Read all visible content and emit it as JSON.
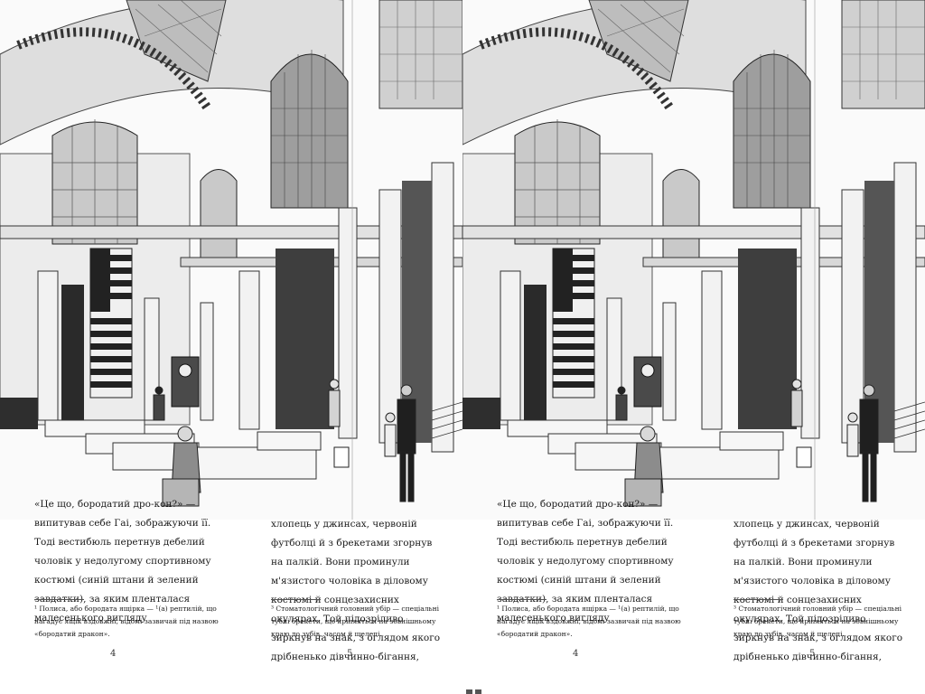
{
  "spreads": [
    {
      "left_page": {
        "paragraph": "«Це що, бородатий дро-кон?» — випитував себе Гаі, зображуючи її. Тоді вестибюль перетнув дебелий чоловік у недолугому спортивному костюмі (синій штани й зелений завдатки), за яким пленталася малесенького вигляду",
        "footnote": "¹ Полиса, або бородата ящірка — ¹(а) рептилій, що нагадує ящік вздовжні, відомі зазвичай під назвою «бородатий дракон».",
        "page_number": "4"
      },
      "right_page": {
        "paragraph": "хлопець у джинсах, червоній футболці й з брекетами згорнув на палкій. Вони проминули м'язистого чоловіка в діловому костюмі й сонцезахисних окулярах. Той підозріливо зиркнув на знак, з оглядом якого дрібненько дівчинно-бігання,",
        "footnote": "³ Стоматологічний головний убір — спеціальні тубні брекети, що кріпляться на зовнішньому краю до зубів, часом й щелепі.",
        "page_number": "5"
      }
    },
    {
      "left_page": {
        "paragraph": "«Це що, бородатий дро-кон?» — випитував себе Гаі, зображуючи її. Тоді вестибюль перетнув дебелий чоловік у недолугому спортивному костюмі (синій штани й зелений завдатки), за яким пленталася малесенького вигляду",
        "footnote": "¹ Полиса, або бородата ящірка — ¹(а) рептилій, що нагадує ящік вздовжні, відомі зазвичай під назвою «бородатий дракон».",
        "page_number": "4"
      },
      "right_page": {
        "paragraph": "хлопець у джинсах, червоній футболці й з брекетами згорнув на палкій. Вони проминули м'язистого чоловіка в діловому костюмі й сонцезахисних окулярах. Той підозріливо зиркнув на знак, з оглядом якого дрібненько дівчинно-бігання,",
        "footnote": "³ Стоматологічний головний убір — спеціальні тубні брекети, що кріпляться на зовнішньому краю до зубів, часом й щелепі.",
        "page_number": "5"
      }
    }
  ]
}
